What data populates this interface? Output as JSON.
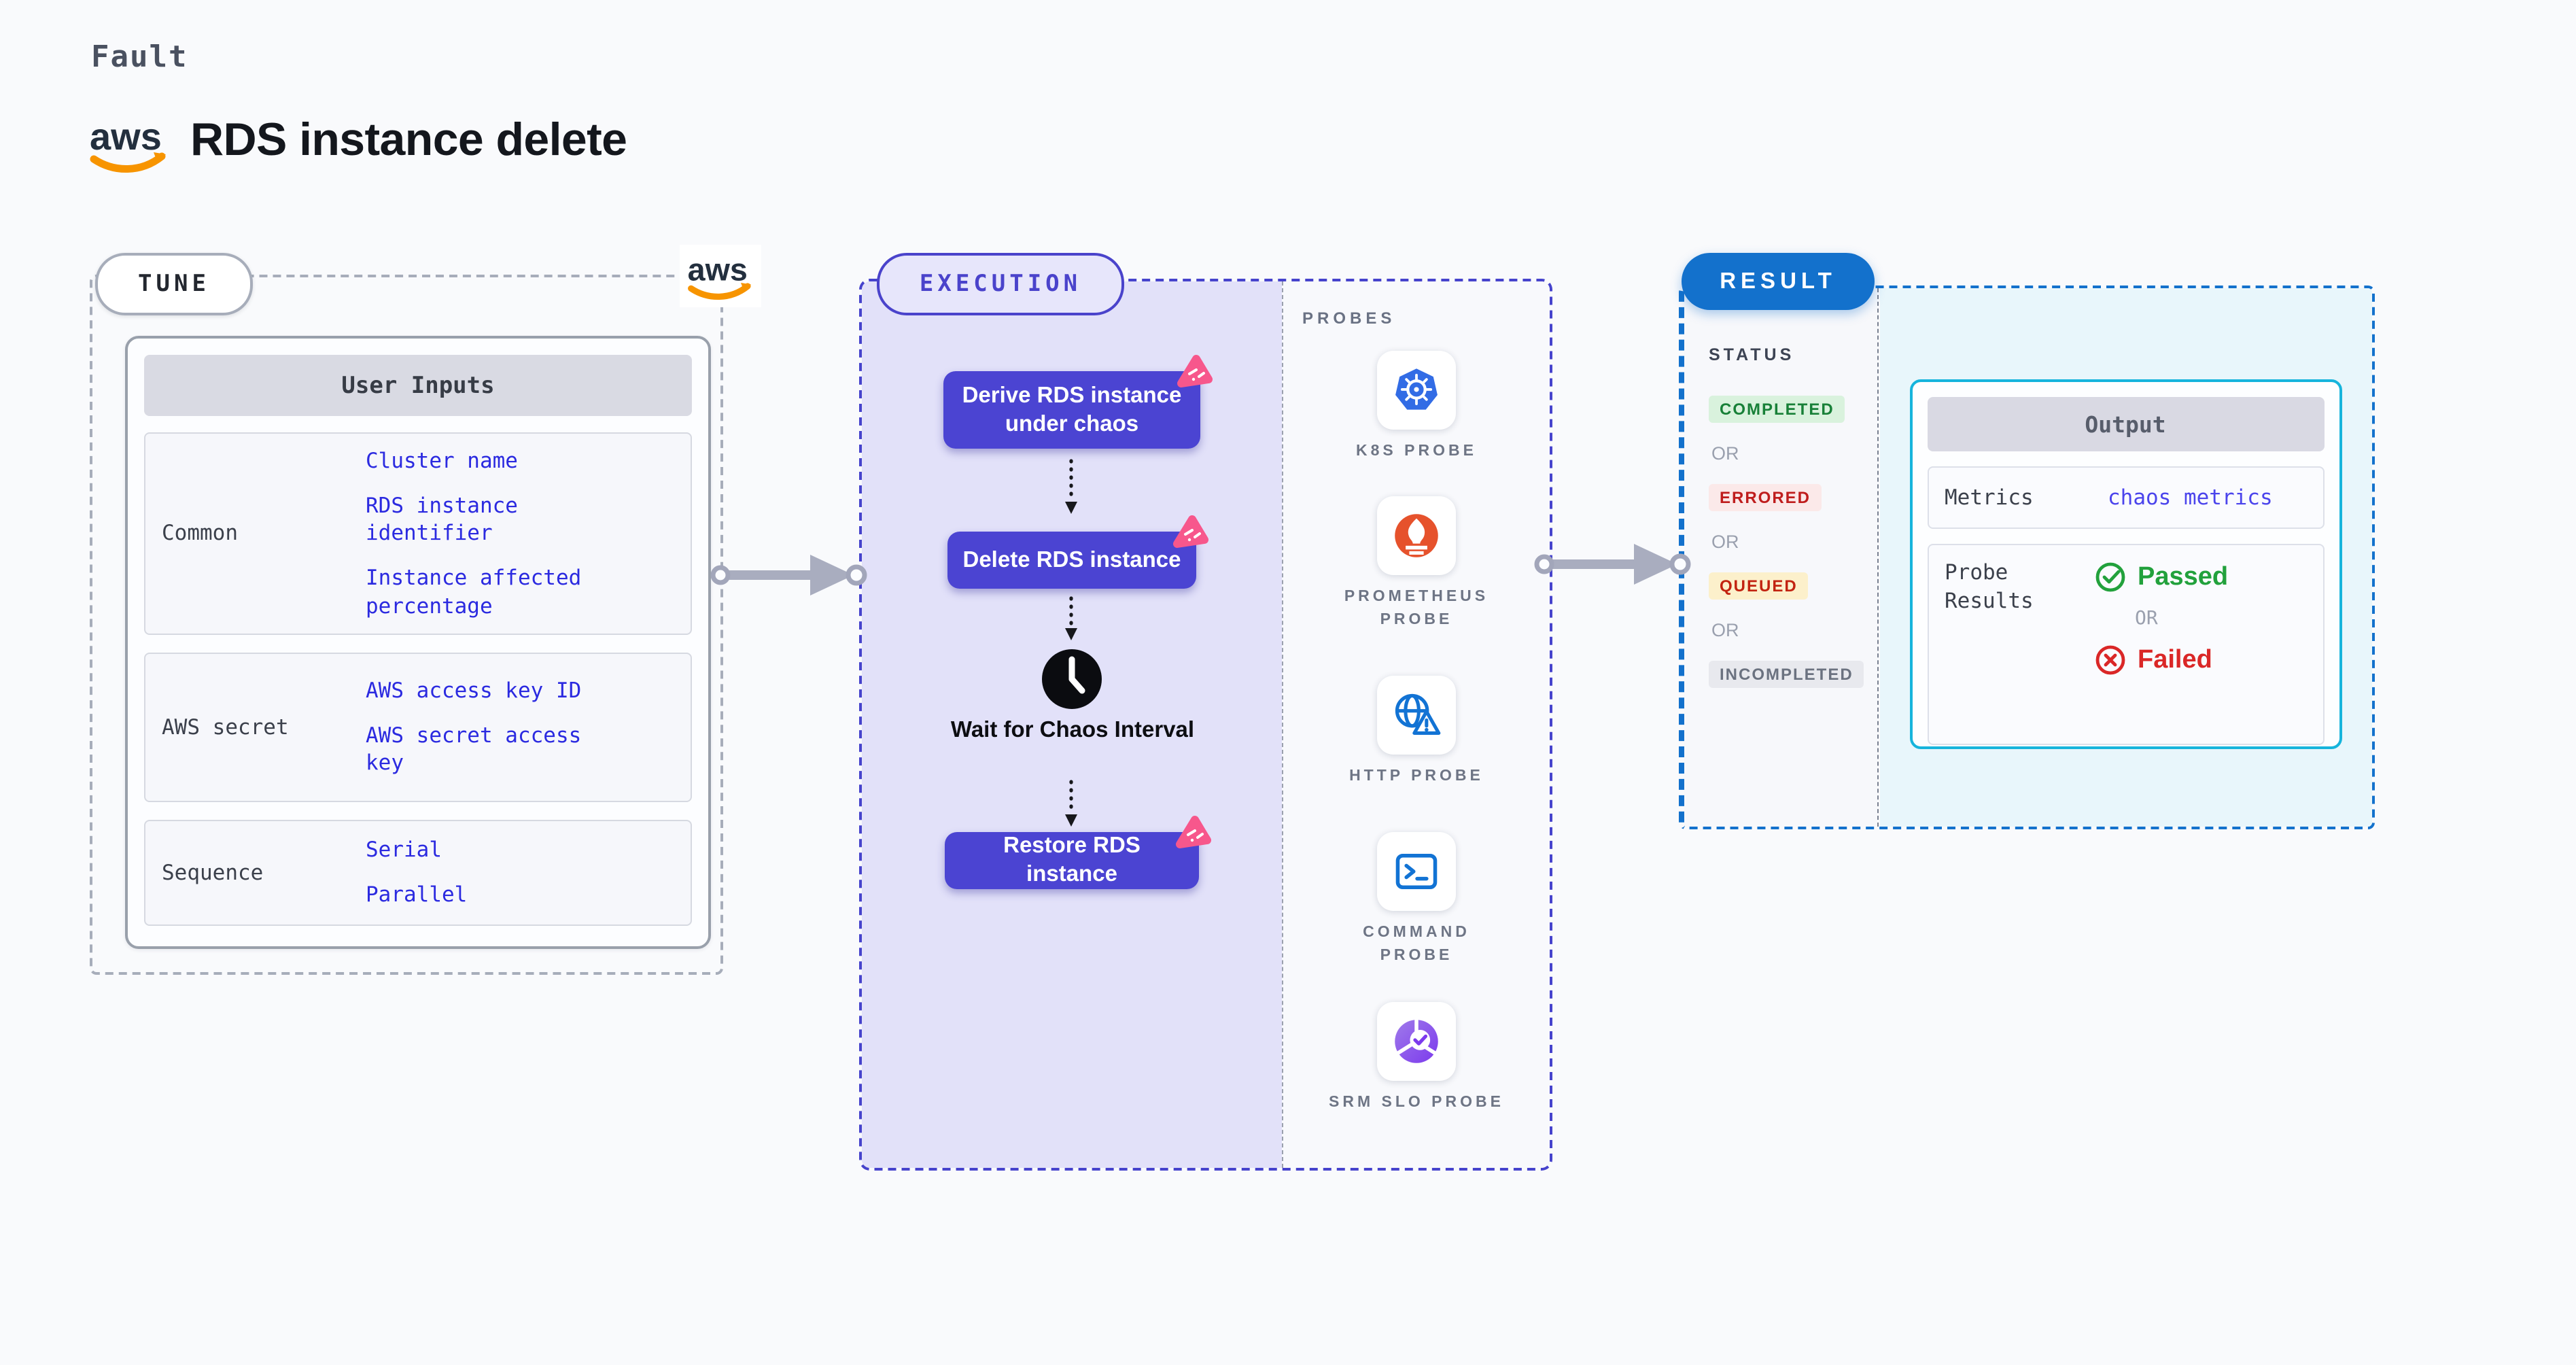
{
  "page": {
    "fault_label": "Fault",
    "title": "RDS instance delete"
  },
  "tune": {
    "pill": "TUNE",
    "user_inputs": {
      "header": "User Inputs",
      "rows": [
        {
          "label": "Common",
          "values": [
            "Cluster name",
            "RDS instance identifier",
            "Instance affected percentage"
          ]
        },
        {
          "label": "AWS secret",
          "values": [
            "AWS access key ID",
            "AWS secret access key"
          ]
        },
        {
          "label": "Sequence",
          "values": [
            "Serial",
            "Parallel"
          ]
        }
      ]
    }
  },
  "execution": {
    "pill": "EXECUTION",
    "steps": [
      {
        "label": "Derive RDS instance under chaos"
      },
      {
        "label": "Delete RDS instance"
      },
      {
        "label": "Wait for Chaos Interval"
      },
      {
        "label": "Restore RDS instance"
      }
    ],
    "probes": {
      "heading": "PROBES",
      "items": [
        {
          "name": "k8s-probe",
          "label": "K8S PROBE"
        },
        {
          "name": "prometheus-probe",
          "label": "PROMETHEUS PROBE"
        },
        {
          "name": "http-probe",
          "label": "HTTP PROBE"
        },
        {
          "name": "command-probe",
          "label": "COMMAND PROBE"
        },
        {
          "name": "srm-slo-probe",
          "label": "SRM SLO PROBE"
        }
      ]
    }
  },
  "result": {
    "pill": "RESULT",
    "status_heading": "STATUS",
    "or_label": "OR",
    "statuses": [
      {
        "label": "COMPLETED",
        "text_color": "#188038",
        "bg": "#d9f2dd"
      },
      {
        "label": "ERRORED",
        "text_color": "#bf1d1d",
        "bg": "#fbe9e9"
      },
      {
        "label": "QUEUED",
        "text_color": "#c22310",
        "bg": "#fcf0cb"
      },
      {
        "label": "INCOMPLETED",
        "text_color": "#6b7280",
        "bg": "#e8e9ee"
      }
    ],
    "output": {
      "header": "Output",
      "metrics_label": "Metrics",
      "metrics_value": "chaos metrics",
      "probe_results_label": "Probe Results",
      "passed_label": "Passed",
      "failed_label": "Failed"
    }
  },
  "colors": {
    "accent_indigo": "#4b44d2",
    "execution_fill": "#e2e1f9",
    "result_blue": "#1371cc",
    "output_border": "#16b4dc",
    "value_blue": "#2b2ae0",
    "badge_pink": "#f7578c",
    "aws_orange": "#f79400",
    "aws_navy": "#232f3e"
  }
}
